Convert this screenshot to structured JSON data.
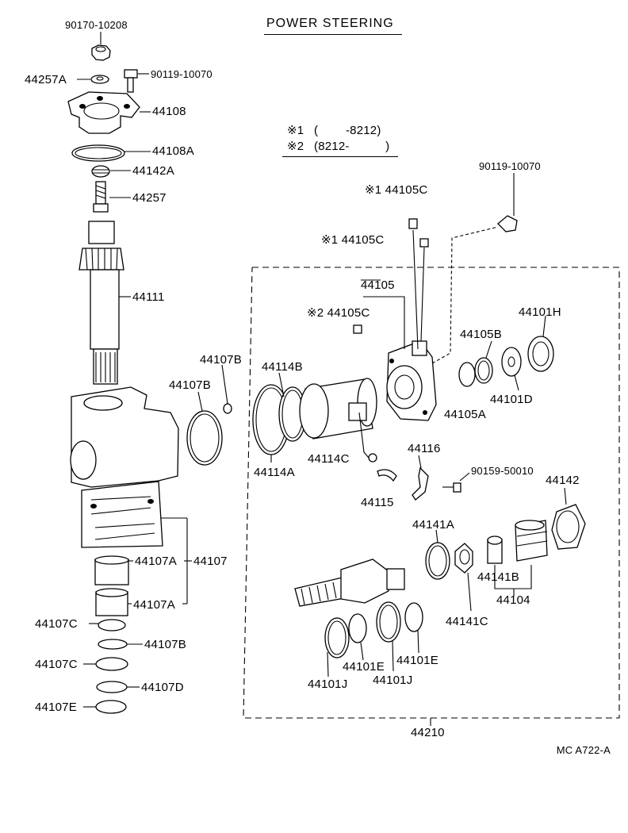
{
  "title": "POWER STEERING",
  "legend": {
    "row1_mark": "※1",
    "row1_range": "(　　 -8212)",
    "row2_mark": "※2",
    "row2_range": "(8212-　　　)"
  },
  "labels": {
    "p90170_10208": "90170-10208",
    "p44257A": "44257A",
    "p90119_10070_top": "90119-10070",
    "p44108": "44108",
    "p44108A": "44108A",
    "p44142A": "44142A",
    "p44257": "44257",
    "p44111": "44111",
    "p44107B_top": "44107B",
    "p44107B_left": "44107B",
    "p44107A_1": "44107A",
    "p44107": "44107",
    "p44107A_2": "44107A",
    "p44107C_1": "44107C",
    "p44107B_low": "44107B",
    "p44107C_2": "44107C",
    "p44107D": "44107D",
    "p44107E": "44107E",
    "p90119_10070_right": "90119-10070",
    "p44105C_1": "※1 44105C",
    "p44105C_2": "※1 44105C",
    "p44105": "44105",
    "p44105C_3": "※2 44105C",
    "p44101H": "44101H",
    "p44105B": "44105B",
    "p44114B": "44114B",
    "p44101D": "44101D",
    "p44105A": "44105A",
    "p44114C": "44114C",
    "p44116": "44116",
    "p90159_50010": "90159-50010",
    "p44114A": "44114A",
    "p44142": "44142",
    "p44115": "44115",
    "p44141A": "44141A",
    "p44141B": "44141B",
    "p44104": "44104",
    "p44141C": "44141C",
    "p44101E_1": "44101E",
    "p44101E_2": "44101E",
    "p44101J_1": "44101J",
    "p44101J_2": "44101J",
    "p44210": "44210"
  },
  "ref_code": "MC  A722-A"
}
